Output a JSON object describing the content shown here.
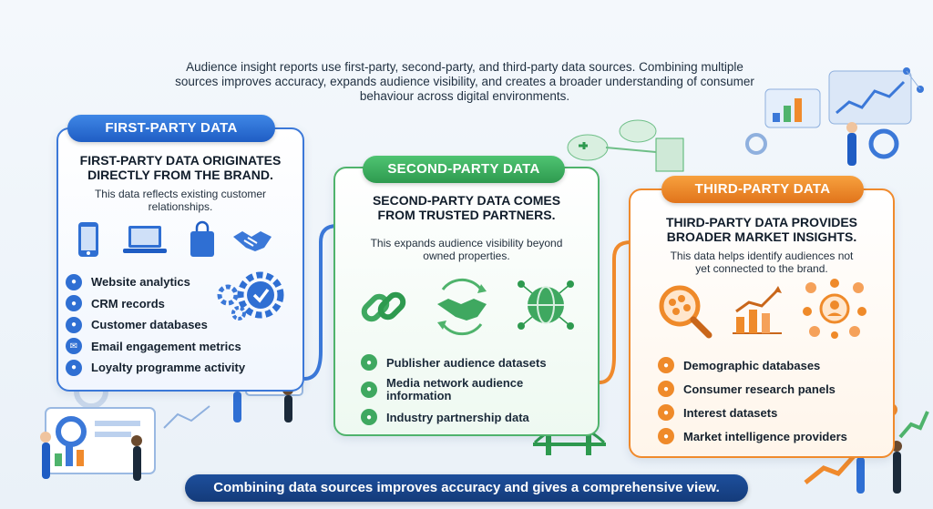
{
  "intro": "Audience insight reports use first-party, second-party, and third-party data sources. Combining multiple sources improves accuracy, expands audience visibility, and creates a broader understanding of consumer behaviour across digital environments.",
  "first": {
    "label": "FIRST-PARTY DATA",
    "heading_line1": "FIRST-PARTY DATA ORIGINATES",
    "heading_line2": "DIRECTLY FROM THE BRAND.",
    "sub_line1": "This data reflects existing customer",
    "sub_line2": "relationships.",
    "items": [
      "Website analytics",
      "CRM records",
      "Customer databases",
      "Email engagement metrics",
      "Loyalty programme activity"
    ]
  },
  "second": {
    "label": "SECOND-PARTY DATA",
    "heading_line1": "SECOND-PARTY DATA COMES",
    "heading_line2": "FROM TRUSTED PARTNERS.",
    "sub_line1": "This expands audience visibility beyond",
    "sub_line2": "owned properties.",
    "items": [
      "Publisher audience datasets",
      "Media network audience",
      "Industry partnership data"
    ],
    "item2_line2": "information"
  },
  "third": {
    "label": "THIRD-PARTY DATA",
    "heading_line1": "THIRD-PARTY DATA PROVIDES",
    "heading_line2": "BROADER MARKET INSIGHTS.",
    "sub_line1": "This data helps identify audiences not",
    "sub_line2": "yet connected to the brand.",
    "items": [
      "Demographic databases",
      "Consumer research panels",
      "Interest datasets",
      "Market intelligence providers"
    ]
  },
  "footer": "Combining data sources improves accuracy and gives a comprehensive view.",
  "colors": {
    "blue": "#2f6fd3",
    "green": "#3fa860",
    "orange": "#ef8a2a",
    "navy": "#143b7a"
  },
  "icons": {
    "first": [
      "smartphone-icon",
      "laptop-icon",
      "shopping-bag-icon",
      "handshake-icon",
      "gear-check-icon"
    ],
    "first_bullets": [
      "analytics-icon",
      "crm-icon",
      "users-icon",
      "email-icon",
      "location-icon"
    ],
    "second": [
      "chain-link-icon",
      "handshake-icon",
      "globe-network-icon"
    ],
    "second_bullets": [
      "database-icon",
      "globe-icon",
      "globe-icon"
    ],
    "third": [
      "magnifier-people-icon",
      "bar-chart-icon",
      "people-network-icon"
    ],
    "third_bullets": [
      "demographics-icon",
      "research-icon",
      "interest-icon",
      "intelligence-icon"
    ]
  }
}
